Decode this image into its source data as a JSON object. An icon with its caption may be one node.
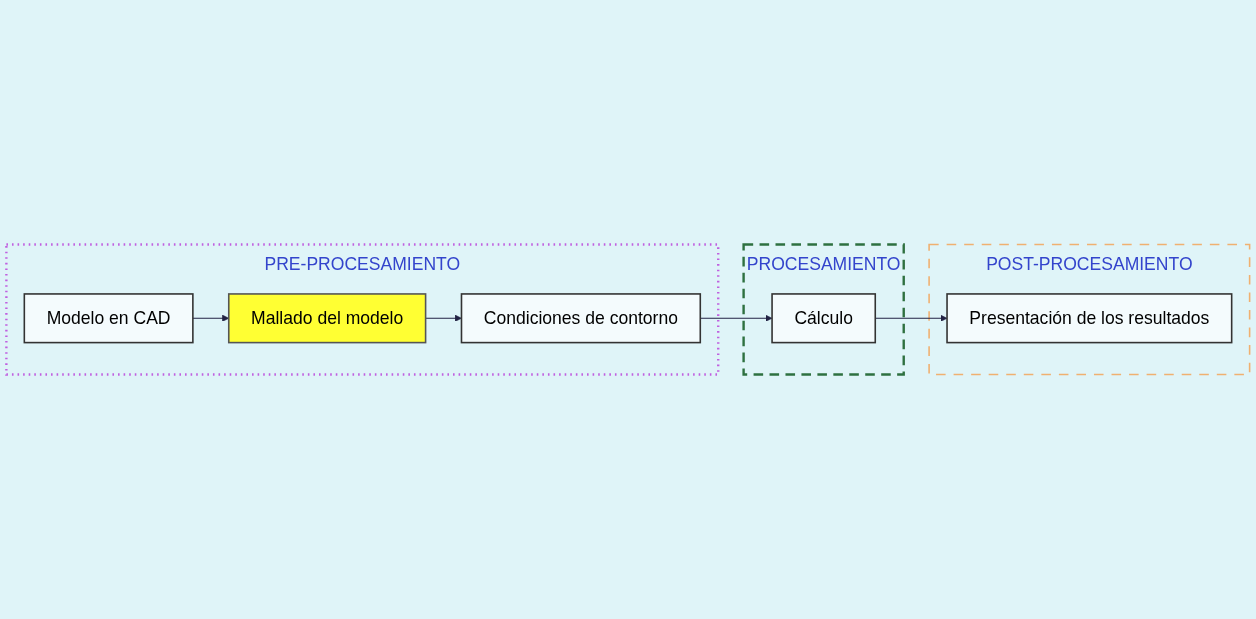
{
  "diagram": {
    "nodes": [
      {
        "text": [
          "PRE-PROCESAMIENTO"
        ]
      },
      {
        "text": [
          "Modelo en CAD"
        ],
        "in": 0
      },
      {
        "text": [
          "Mallado del modelo"
        ],
        "in": 0
      },
      {
        "text": [
          "Condiciones de contorno"
        ],
        "in": 0
      },
      {
        "text": [
          "PROCESAMIENTO"
        ]
      },
      {
        "text": [
          "Cálculo"
        ],
        "in": 4
      },
      {
        "text": [
          "POST-PROCESAMIENTO"
        ]
      },
      {
        "text": [
          "Presentación de los resultados"
        ],
        "in": 6
      }
    ],
    "edges": [
      {
        "from": 1,
        "to": 2,
        "arrow": "to"
      },
      {
        "from": 2,
        "to": 3,
        "arrow": "to"
      },
      {
        "from": 3,
        "to": 5,
        "arrow": "to"
      },
      {
        "from": 5,
        "to": 7,
        "arrow": "to"
      }
    ]
  }
}
